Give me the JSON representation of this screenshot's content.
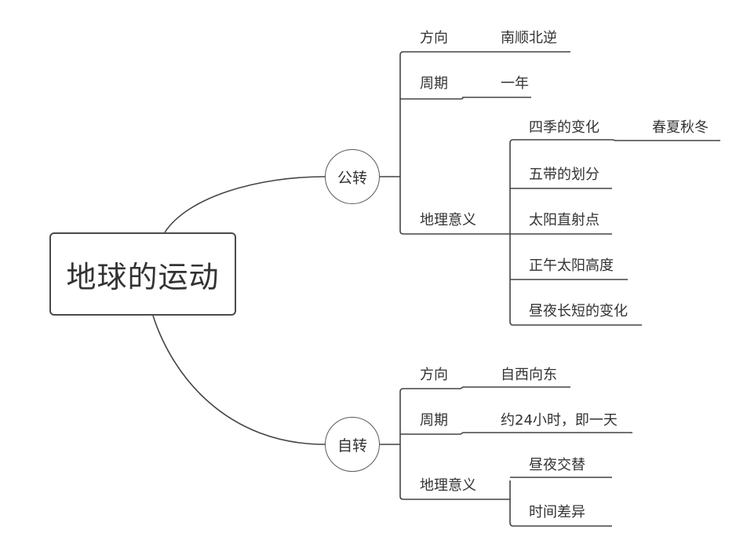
{
  "root": "地球的运动",
  "revolution": {
    "label": "公转",
    "direction_label": "方向",
    "direction_value": "南顺北逆",
    "period_label": "周期",
    "period_value": "一年",
    "significance_label": "地理意义",
    "significance_items": [
      "四季的变化",
      "五带的划分",
      "太阳直射点",
      "正午太阳高度",
      "昼夜长短的变化"
    ],
    "seasons_value": "春夏秋冬"
  },
  "rotation": {
    "label": "自转",
    "direction_label": "方向",
    "direction_value": "自西向东",
    "period_label": "周期",
    "period_value": "约24小时，即一天",
    "significance_label": "地理意义",
    "significance_items": [
      "昼夜交替",
      "时间差异"
    ]
  },
  "colors": {
    "line": "#444444",
    "text": "#333333"
  }
}
